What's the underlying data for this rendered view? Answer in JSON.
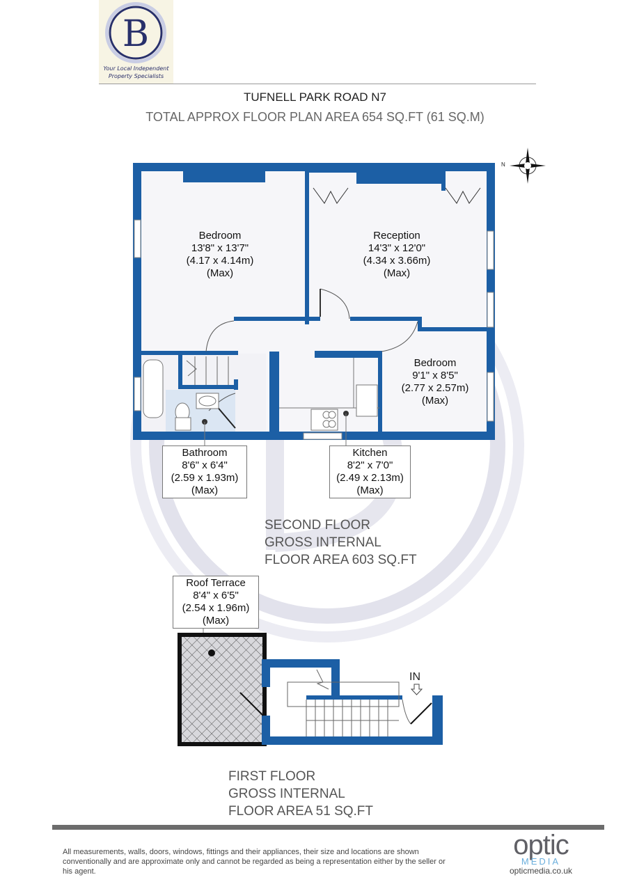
{
  "logo": {
    "letter": "B",
    "tagline_line1": "Your Local Independent",
    "tagline_line2": "Property Specialists"
  },
  "header": {
    "title": "TUFNELL PARK ROAD N7",
    "subtitle": "TOTAL APPROX FLOOR PLAN AREA 654 SQ.FT (61 SQ.M)"
  },
  "compass": {
    "label": "N"
  },
  "second_floor": {
    "rooms": [
      {
        "name": "Bedroom",
        "imperial": "13'8\" x 13'7\"",
        "metric": "(4.17 x 4.14m)",
        "note": "(Max)"
      },
      {
        "name": "Reception",
        "imperial": "14'3\" x 12'0\"",
        "metric": "(4.34 x 3.66m)",
        "note": "(Max)"
      },
      {
        "name": "Bedroom",
        "imperial": "9'1\" x 8'5\"",
        "metric": "(2.77 x 2.57m)",
        "note": "(Max)"
      },
      {
        "name": "Bathroom",
        "imperial": "8'6\" x 6'4\"",
        "metric": "(2.59 x 1.93m)",
        "note": "(Max)"
      },
      {
        "name": "Kitchen",
        "imperial": "8'2\" x 7'0\"",
        "metric": "(2.49 x 2.13m)",
        "note": "(Max)"
      }
    ],
    "area_line1": "SECOND FLOOR",
    "area_line2": "GROSS INTERNAL",
    "area_line3": "FLOOR AREA 603 SQ.FT"
  },
  "first_floor": {
    "rooms": [
      {
        "name": "Roof Terrace",
        "imperial": "8'4\" x 6'5\"",
        "metric": "(2.54 x 1.96m)",
        "note": "(Max)"
      }
    ],
    "entrance_label": "IN",
    "area_line1": "FIRST FLOOR",
    "area_line2": "GROSS INTERNAL",
    "area_line3": "FLOOR AREA 51 SQ.FT"
  },
  "footer": {
    "disclaimer": "All measurements, walls, doors, windows, fittings and their appliances, their size and locations are shown conventionally and are approximate only and cannot be regarded as being a representation either by the seller or his agent.",
    "brand_word": "optic",
    "brand_sub": "MEDIA",
    "brand_url": "opticmedia.co.uk"
  },
  "colors": {
    "wall": "#1c5fa5",
    "watermark": "#e4e4ee",
    "text_grey": "#666666",
    "brand_blue": "#1f7dc4"
  }
}
